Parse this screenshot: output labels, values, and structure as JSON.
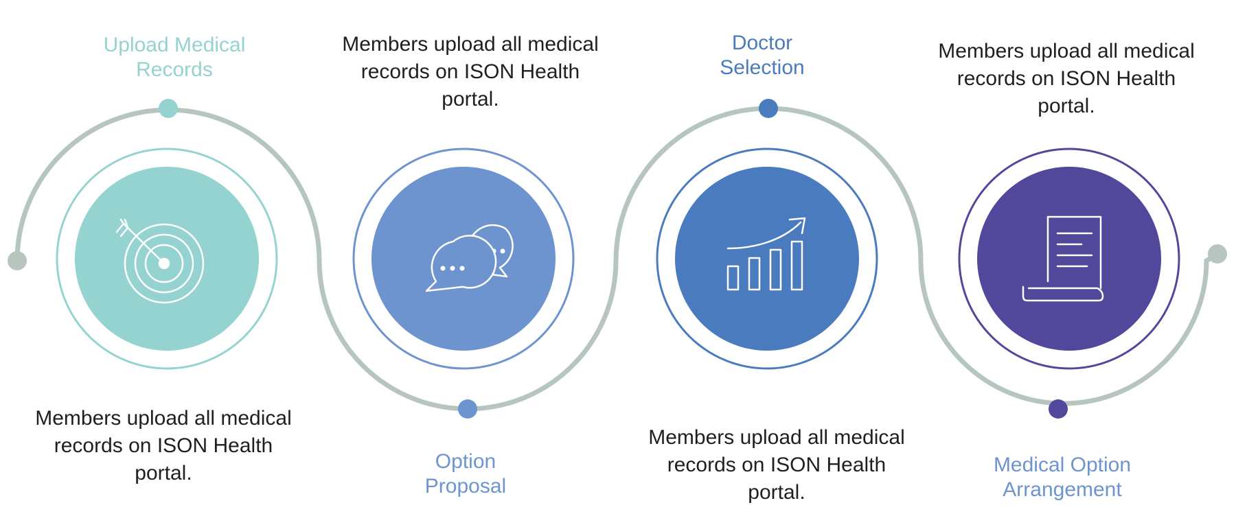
{
  "colors": {
    "connector": "#b7c5bf",
    "step1": "#94d3d0",
    "step2": "#6d94cf",
    "step3": "#4a7bbf",
    "step4": "#51489c",
    "text": "#1f1f1f"
  },
  "steps": [
    {
      "title": "Upload Medical\nRecords",
      "description": "Members upload all medical records on ISON Health portal.",
      "icon": "target-arrow-icon"
    },
    {
      "title": "Option\nProposal",
      "description": "Members upload all medical records on ISON Health portal.",
      "icon": "chat-bubbles-icon"
    },
    {
      "title": "Doctor\nSelection",
      "description": "Members upload all medical records on ISON Health portal.",
      "icon": "growth-chart-icon"
    },
    {
      "title": "Medical Option\nArrangement",
      "description": "Members upload all medical records on ISON Health portal.",
      "icon": "document-scroll-icon"
    }
  ]
}
